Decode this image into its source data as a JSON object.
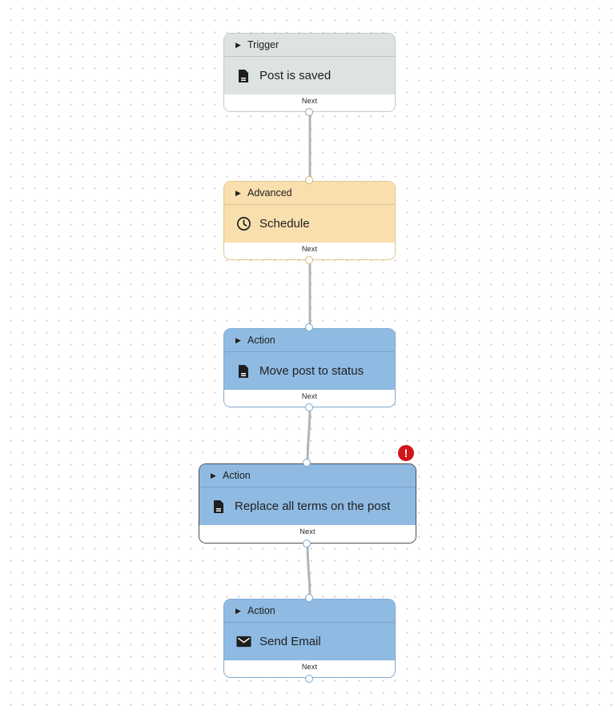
{
  "canvas": {
    "background": "#ffffff"
  },
  "nodes": [
    {
      "id": "trigger",
      "category": "Trigger",
      "title": "Post is saved",
      "icon": "document-icon",
      "footer": "Next",
      "variant": "trigger",
      "selected": false,
      "has_error": false
    },
    {
      "id": "advanced",
      "category": "Advanced",
      "title": "Schedule",
      "icon": "clock-icon",
      "footer": "Next",
      "variant": "advanced",
      "selected": false,
      "has_error": false
    },
    {
      "id": "action1",
      "category": "Action",
      "title": "Move post to status",
      "icon": "document-icon",
      "footer": "Next",
      "variant": "action",
      "selected": false,
      "has_error": false
    },
    {
      "id": "action2",
      "category": "Action",
      "title": "Replace all terms on the post",
      "icon": "document-icon",
      "footer": "Next",
      "variant": "action",
      "selected": true,
      "has_error": true
    },
    {
      "id": "action3",
      "category": "Action",
      "title": "Send Email",
      "icon": "envelope-icon",
      "footer": "Next",
      "variant": "action",
      "selected": false,
      "has_error": false
    }
  ],
  "edges": [
    {
      "from": "trigger",
      "to": "advanced"
    },
    {
      "from": "advanced",
      "to": "action1"
    },
    {
      "from": "action1",
      "to": "action2"
    },
    {
      "from": "action2",
      "to": "action3"
    }
  ],
  "colors": {
    "trigger_fill": "#dde3df",
    "advanced_fill": "#f8dfad",
    "action_fill": "#8fbbe3",
    "edge": "#b4b4b4",
    "error": "#d0161b"
  },
  "error_badge_text": "!"
}
